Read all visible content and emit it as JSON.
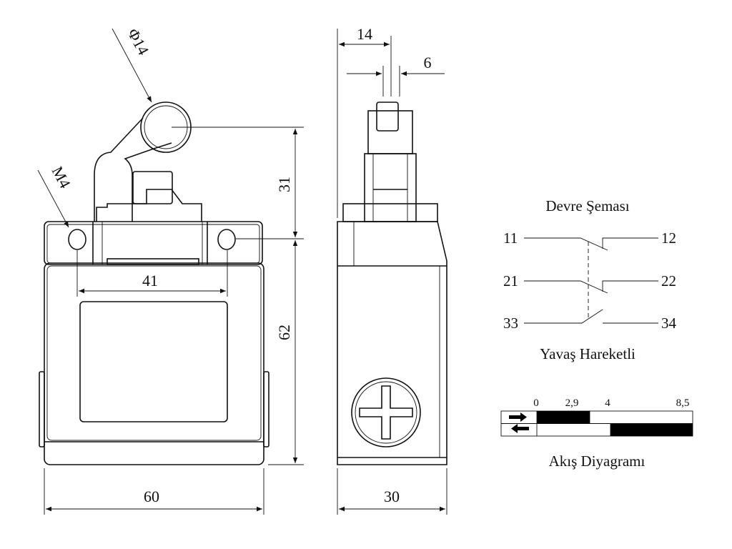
{
  "front_view": {
    "dim_width": "60",
    "dim_hole_spacing": "41",
    "dim_lever_height": "31",
    "dim_body_height": "62",
    "roller_diameter": "Φ14",
    "thread": "M4"
  },
  "side_view": {
    "dim_offset": "14",
    "dim_roller_width": "6",
    "dim_depth": "30"
  },
  "circuit": {
    "title": "Devre Şeması",
    "terminals": [
      "11",
      "12",
      "21",
      "22",
      "33",
      "34"
    ],
    "caption": "Yavaş Hareketli"
  },
  "flow_diagram": {
    "ticks": [
      "0",
      "2,9",
      "4",
      "8,5"
    ],
    "forward_closed": [
      0,
      2.9
    ],
    "return_closed": [
      4,
      8.5
    ],
    "range": [
      0,
      8.5
    ],
    "title": "Akış Diyagramı"
  }
}
